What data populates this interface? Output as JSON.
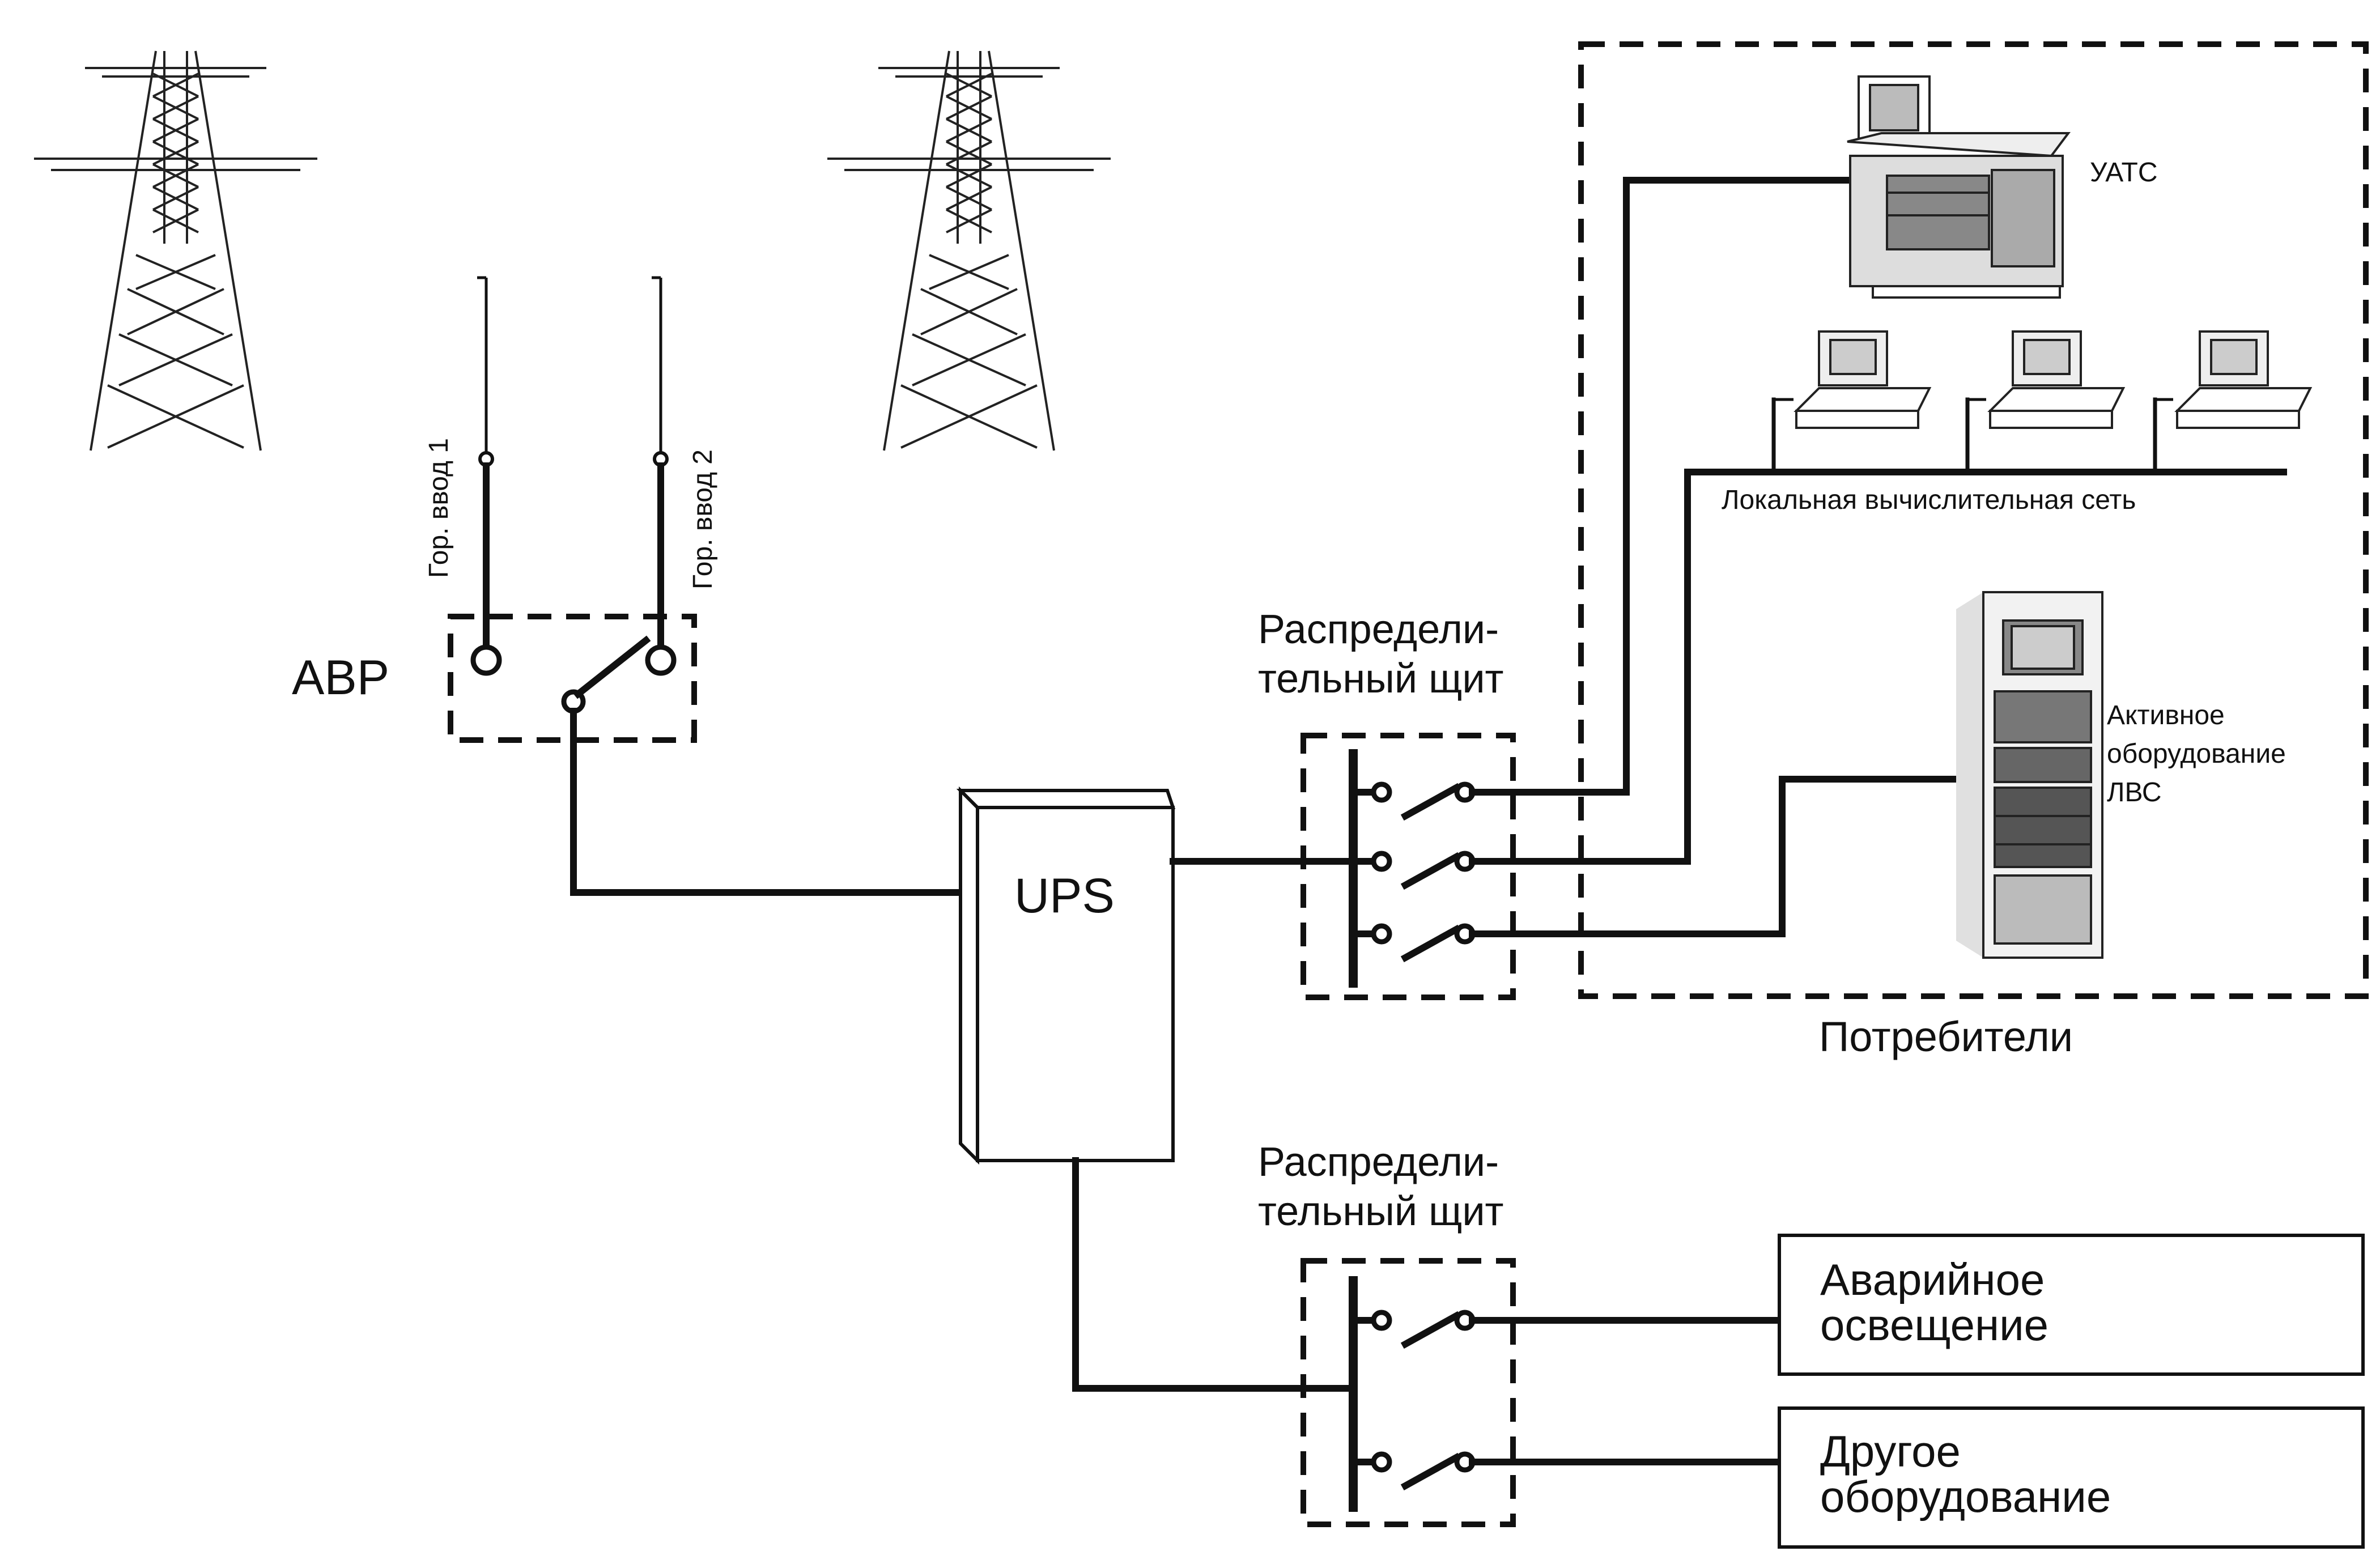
{
  "labels": {
    "input1": "Гор. ввод 1",
    "input2": "Гор. ввод 2",
    "avr": "АВР",
    "ups": "UPS",
    "panel_top_line1": "Распредели-",
    "panel_top_line2": "тельный щит",
    "panel_bottom_line1": "Распредели-",
    "panel_bottom_line2": "тельный щит",
    "pbx": "УАТС",
    "lan": "Локальная вычислительная сеть",
    "active_line1": "Активное",
    "active_line2": "оборудование",
    "active_line3": "ЛВС",
    "consumers": "Потребители",
    "emergency_line1": "Аварийное",
    "emergency_line2": "освещение",
    "other_line1": "Другое",
    "other_line2": "оборудование"
  },
  "icons": [
    "power-pylon-icon",
    "pbx-station-icon",
    "workstation-icon",
    "network-rack-icon",
    "switch-icon"
  ]
}
